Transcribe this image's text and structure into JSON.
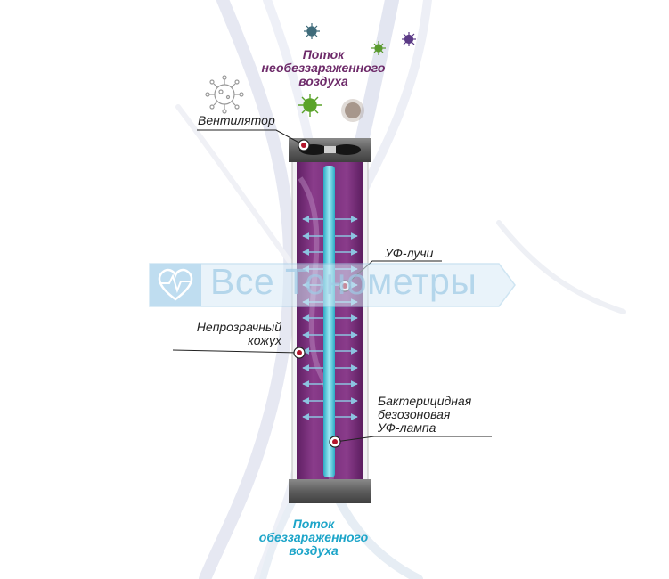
{
  "flow_in": {
    "lines": [
      "Поток",
      "необеззараженного",
      "воздуха"
    ],
    "color": "#6e2b6a"
  },
  "flow_out": {
    "lines": [
      "Поток",
      "обеззараженного",
      "воздуха"
    ],
    "color": "#1da5c9"
  },
  "labels": {
    "fan": [
      "Вентилятор"
    ],
    "uv_rays": [
      "УФ-лучи"
    ],
    "housing": [
      "Непрозрачный",
      "кожух"
    ],
    "lamp": [
      "Бактерицидная",
      "безозоновая",
      "УФ-лампа"
    ]
  },
  "watermark": "Все Тонометры",
  "colors": {
    "chamber": "#7b2f7c",
    "lamp": "#52c8dc",
    "arrow": "#79b7d6",
    "casing": "#666666",
    "marker": "#b3162c"
  }
}
